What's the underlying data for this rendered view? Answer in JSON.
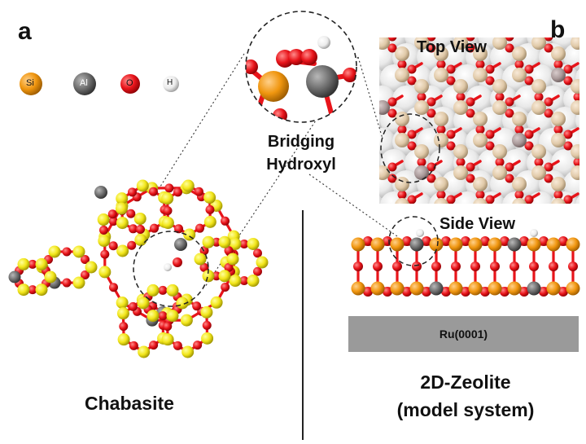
{
  "panels": {
    "a": "a",
    "b": "b"
  },
  "legend": [
    {
      "symbol": "Si",
      "color": "#f0960f"
    },
    {
      "symbol": "Al",
      "color": "#6e6e6e"
    },
    {
      "symbol": "O",
      "color": "#e8141a"
    },
    {
      "symbol": "H",
      "color": "#e8e8e8"
    }
  ],
  "inset": {
    "line1": "Bridging",
    "line2": "Hydroxyl"
  },
  "views": {
    "top": "Top View",
    "side": "Side View"
  },
  "substrate": {
    "label": "Ru(0001)",
    "color": "#9a9a9a"
  },
  "captions": {
    "left": "Chabasite",
    "right_line1": "2D-Zeolite",
    "right_line2": "(model system)"
  },
  "colors": {
    "silicon_yellow": "#f2e61a",
    "silicon_orange": "#f0960f",
    "aluminum": "#6e6e6e",
    "oxygen": "#e8141a",
    "hydrogen": "#f0f0f0",
    "pale_silicon": "#e0c9a8"
  }
}
